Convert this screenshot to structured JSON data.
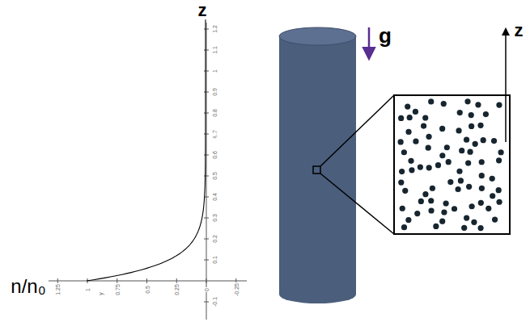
{
  "diagram": {
    "labels": [
      "z",
      "1.2",
      "1.1",
      "1",
      "0.9",
      "0.8",
      "0.7",
      "0.6",
      "0.5",
      "0.4",
      "0.3",
      "0.2",
      "0.1",
      "-0.1",
      "x",
      "1.25",
      "1",
      "0.75",
      "0.5",
      "0.25",
      "0",
      "-0.25",
      "y",
      "n/n₀",
      "g",
      "z"
    ]
  }
}
